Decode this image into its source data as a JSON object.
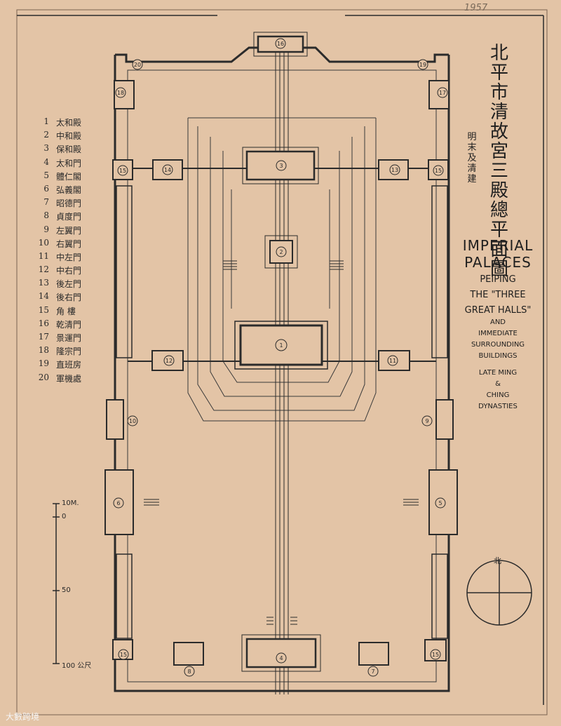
{
  "title_cn": "北平市清故宮三殿總平面圖",
  "subtitle_cn": "明末及清建",
  "pencil_note": "1957",
  "title_en": {
    "line1": "IMPERIAL",
    "line2": "PALACES",
    "line3": "PEIPING",
    "line4": "THE \"THREE",
    "line5": "GREAT HALLS\"",
    "line6": "AND",
    "line7": "IMMEDIATE",
    "line8": "SURROUNDING",
    "line9": "BUILDINGS",
    "line10": "LATE MING",
    "line11": "&",
    "line12": "CHING",
    "line13": "DYNASTIES"
  },
  "legend": [
    {
      "num": "1",
      "name": "太和殿"
    },
    {
      "num": "2",
      "name": "中和殿"
    },
    {
      "num": "3",
      "name": "保和殿"
    },
    {
      "num": "4",
      "name": "太和門"
    },
    {
      "num": "5",
      "name": "體仁閣"
    },
    {
      "num": "6",
      "name": "弘義閣"
    },
    {
      "num": "7",
      "name": "昭德門"
    },
    {
      "num": "8",
      "name": "貞度門"
    },
    {
      "num": "9",
      "name": "左翼門"
    },
    {
      "num": "10",
      "name": "右翼門"
    },
    {
      "num": "11",
      "name": "中左門"
    },
    {
      "num": "12",
      "name": "中右門"
    },
    {
      "num": "13",
      "name": "後左門"
    },
    {
      "num": "14",
      "name": "後右門"
    },
    {
      "num": "15",
      "name": "角 樓"
    },
    {
      "num": "16",
      "name": "乾清門"
    },
    {
      "num": "17",
      "name": "景運門"
    },
    {
      "num": "18",
      "name": "隆宗門"
    },
    {
      "num": "19",
      "name": "直班房"
    },
    {
      "num": "20",
      "name": "軍機處"
    }
  ],
  "scale": {
    "top": "10M.",
    "zero": "0",
    "mid": "50",
    "bottom": "100 公尺"
  },
  "north_label": "北",
  "watermark": "大數跨境",
  "building_numbers": {
    "b1": "1",
    "b2": "2",
    "b3": "3",
    "b4": "4",
    "b5": "5",
    "b6": "6",
    "b7": "7",
    "b8": "8",
    "b9": "9",
    "b10": "10",
    "b11": "11",
    "b12": "12",
    "b13": "13",
    "b14": "14",
    "b15a": "15",
    "b15b": "15",
    "b15c": "15",
    "b15d": "15",
    "b16": "16",
    "b17": "17",
    "b18": "18",
    "b19": "19",
    "b20": "20"
  },
  "colors": {
    "paper": "#e3c4a6",
    "ink": "#2b2b2b",
    "wall": "#333333"
  }
}
